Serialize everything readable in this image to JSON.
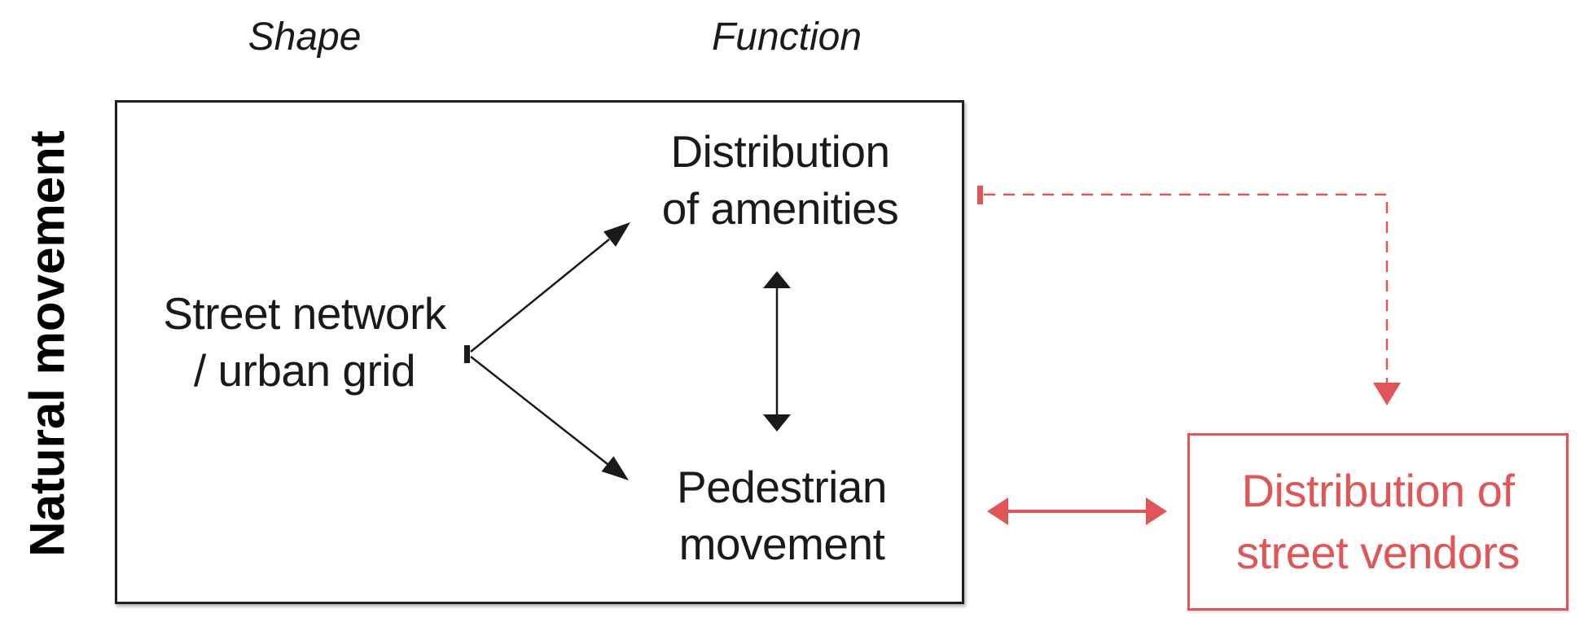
{
  "labels": {
    "shape": "Shape",
    "function": "Function",
    "natural_movement": "Natural movement"
  },
  "nodes": {
    "street_network": {
      "line1": "Street network",
      "line2": "/ urban grid"
    },
    "amenities": {
      "line1": "Distribution",
      "line2": "of amenities"
    },
    "pedestrian": {
      "line1": "Pedestrian",
      "line2": "movement"
    },
    "street_vendors": {
      "line1": "Distribution of",
      "line2": "street vendors"
    }
  },
  "edges": [
    {
      "from": "street_network",
      "to": "amenities",
      "style": "solid black arrow"
    },
    {
      "from": "street_network",
      "to": "pedestrian",
      "style": "solid black arrow"
    },
    {
      "from": "amenities",
      "to": "pedestrian",
      "style": "double-headed black arrow"
    },
    {
      "from": "amenities",
      "to": "street_vendors",
      "style": "dashed red arrow"
    },
    {
      "from": "pedestrian",
      "to": "street_vendors",
      "style": "double-headed red arrow"
    }
  ],
  "colors": {
    "accent_red": "#e15556",
    "ink_black": "#1a1a1a",
    "background": "#ffffff"
  }
}
